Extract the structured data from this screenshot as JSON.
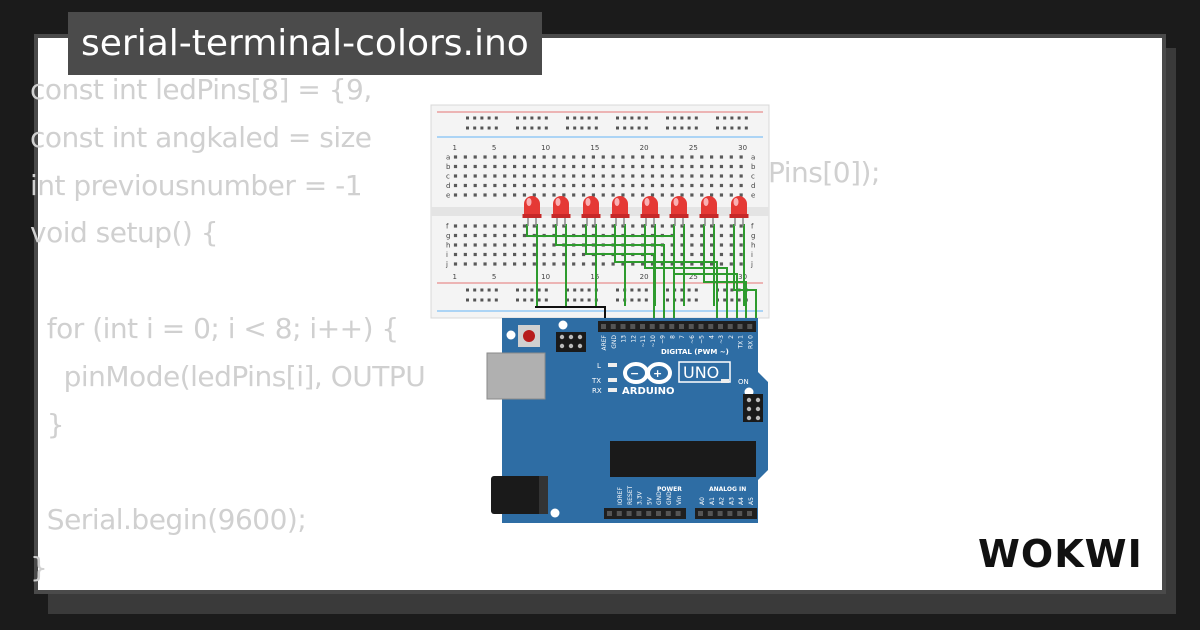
{
  "project": {
    "filename": "serial-terminal-colors.ino"
  },
  "code_lines": [
    "const int ledPins[8] = {9,",
    "const int angkaled = size",
    "int previousnumber = -1",
    "void setup() {",
    "",
    "  for (int i = 0; i < 8; i++) {",
    "    pinMode(ledPins[i], OUTPU",
    "  }",
    "",
    "  Serial.begin(9600);",
    "}"
  ],
  "code_overflow_fragment": "Pins[0]);",
  "breadboard": {
    "column_labels": [
      "1",
      "5",
      "10",
      "15",
      "20",
      "25",
      "30"
    ],
    "row_labels_top": [
      "a",
      "b",
      "c",
      "d",
      "e"
    ],
    "row_labels_bottom": [
      "f",
      "g",
      "h",
      "i",
      "j"
    ],
    "led_count": 8,
    "led_color": "#e53935"
  },
  "arduino": {
    "model_label": "UNO",
    "brand_label": "ARDUINO",
    "digital_label": "DIGITAL (PWM ~)",
    "power_label": "POWER",
    "analog_label": "ANALOG IN",
    "on_label": "ON",
    "l_label": "L",
    "tx_label": "TX",
    "rx_label": "RX",
    "digital_pins": [
      "AREF",
      "GND",
      "13",
      "12",
      "~11",
      "~10",
      "~9",
      "8",
      "7",
      "~6",
      "~5",
      "4",
      "~3",
      "2",
      "TX 1",
      "RX 0"
    ],
    "power_pins": [
      "IOREF",
      "RESET",
      "3.3V",
      "5V",
      "GND",
      "GND",
      "Vin"
    ],
    "analog_pins": [
      "A0",
      "A1",
      "A2",
      "A3",
      "A4",
      "A5"
    ],
    "board_color": "#2e6da4"
  },
  "brand": {
    "logo_text": "WOKWI"
  },
  "colors": {
    "background": "#1b1b1b",
    "card": "#ffffff",
    "tab": "#4b4b4b",
    "code_text": "#d0d0d0",
    "wire": "#2e9b2e"
  }
}
